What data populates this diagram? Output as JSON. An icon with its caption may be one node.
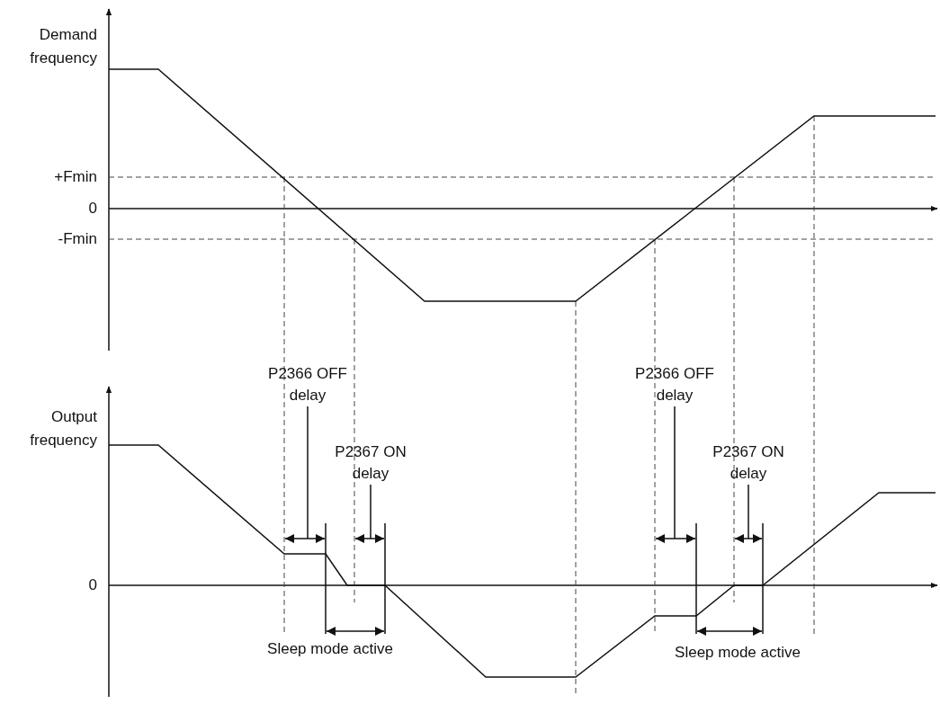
{
  "diagram": {
    "nodes": [
      {
        "text": [
          "P2366 OFF delay"
        ]
      },
      {
        "text": [
          "P2367 ON delay"
        ]
      },
      {
        "text": [
          "P2366 OFF delay"
        ]
      },
      {
        "text": [
          "P2367 ON delay"
        ]
      }
    ],
    "edges": [
      {
        "from": 0,
        "to": null,
        "arrow": "none"
      },
      {
        "from": 1,
        "to": null,
        "arrow": "none"
      },
      {
        "from": 2,
        "to": null,
        "arrow": "none"
      },
      {
        "from": 3,
        "to": null,
        "arrow": "none"
      }
    ],
    "labels": [
      "Demand frequency",
      "+Fmin",
      "0",
      "-Fmin",
      "Output frequency",
      "0",
      "Sleep mode active",
      "Sleep mode active"
    ]
  }
}
